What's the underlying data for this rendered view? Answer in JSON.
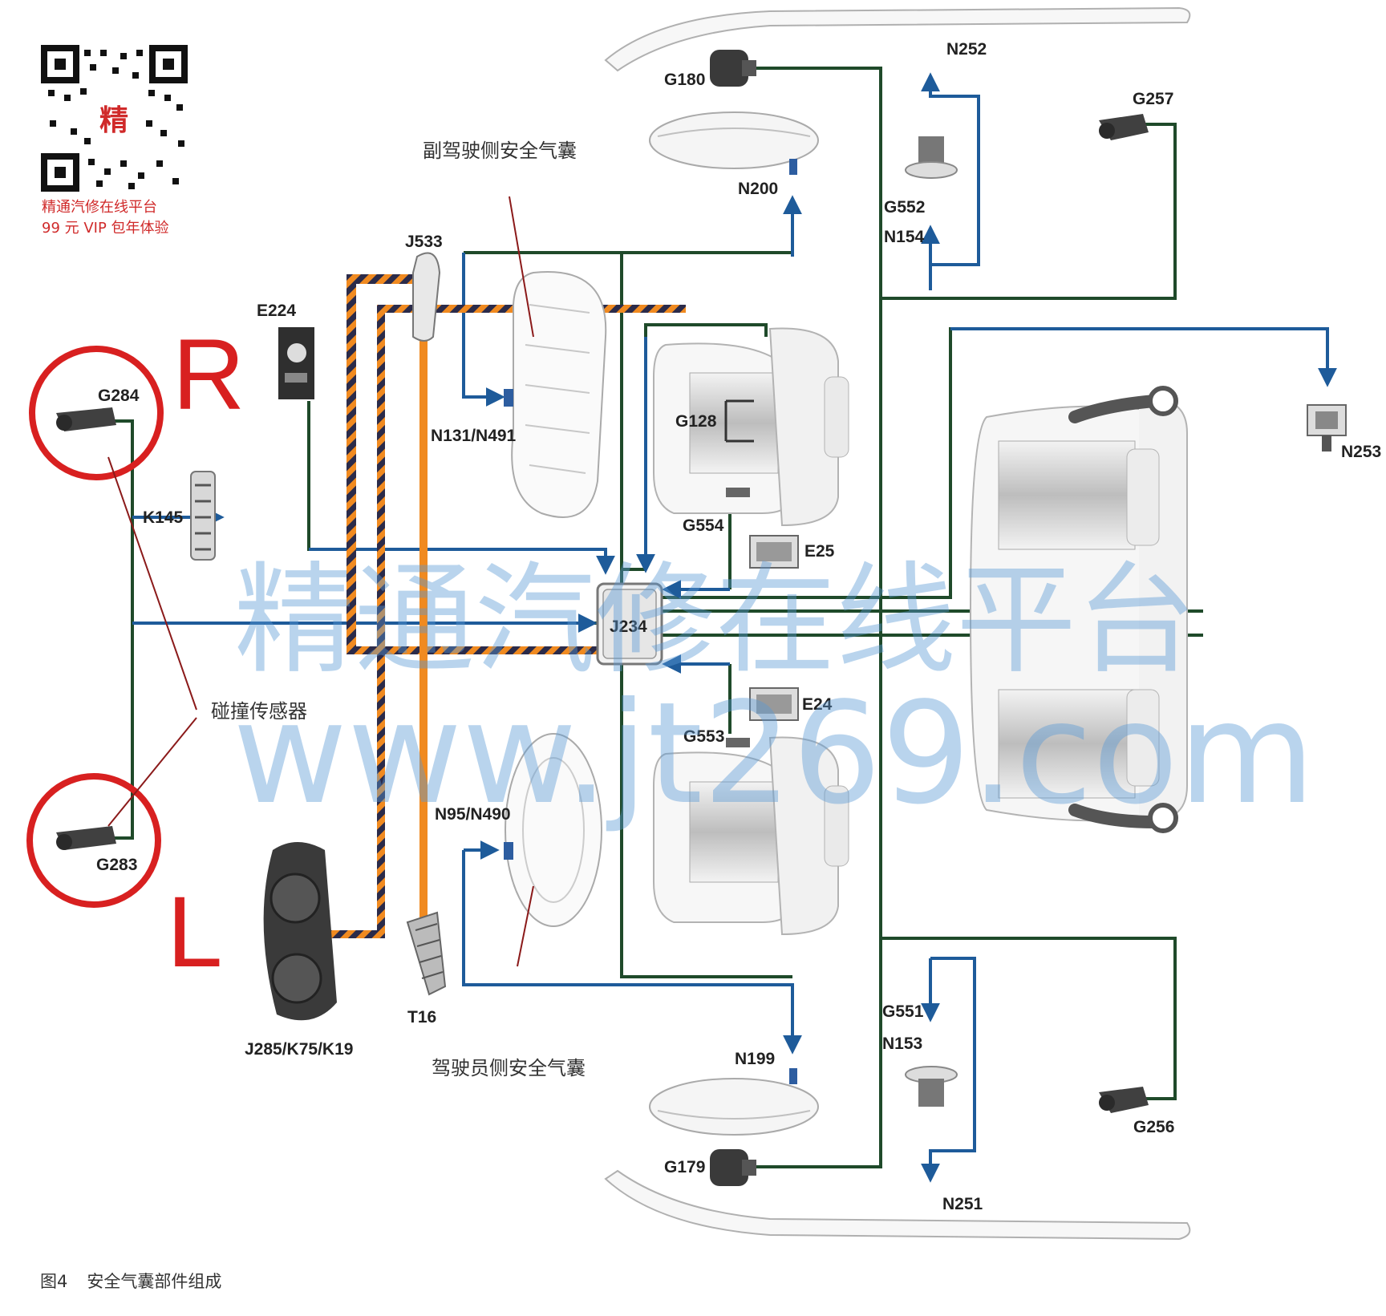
{
  "watermark": {
    "brand": "精通汽修在线平台",
    "url": "www.jt269.com",
    "qr_char": "精",
    "line1": "精通汽修在线平台",
    "line2": "99 元 VIP 包年体验"
  },
  "side_labels": {
    "right": "R",
    "left": "L"
  },
  "components": {
    "G180": "G180",
    "N252": "N252",
    "G257": "G257",
    "N200": "N200",
    "G552": "G552",
    "N154": "N154",
    "J533": "J533",
    "E224": "E224",
    "G284": "G284",
    "N131_N491": "N131/N491",
    "G128": "G128",
    "N253": "N253",
    "K145": "K145",
    "G554": "G554",
    "E25": "E25",
    "J234": "J234",
    "E24": "E24",
    "G553": "G553",
    "G283": "G283",
    "N95_N490": "N95/N490",
    "T16": "T16",
    "J285_K75_K19": "J285/K75/K19",
    "N199": "N199",
    "G551": "G551",
    "N153": "N153",
    "G256": "G256",
    "G179": "G179",
    "N251": "N251"
  },
  "annotations": {
    "passenger_airbag": "副驾驶侧安全气囊",
    "driver_airbag": "驾驶员侧安全气囊",
    "crash_sensor": "碰撞传感器"
  },
  "caption": {
    "figure": "图4",
    "title": "安全气囊部件组成"
  },
  "colors": {
    "wire_green": "#1f4a2a",
    "wire_blue": "#1e5b9a",
    "bus_orange": "#f08a20",
    "bus_dark": "#2b2b4a",
    "red_circle": "#d82020",
    "watermark": "#5a9ad6"
  }
}
